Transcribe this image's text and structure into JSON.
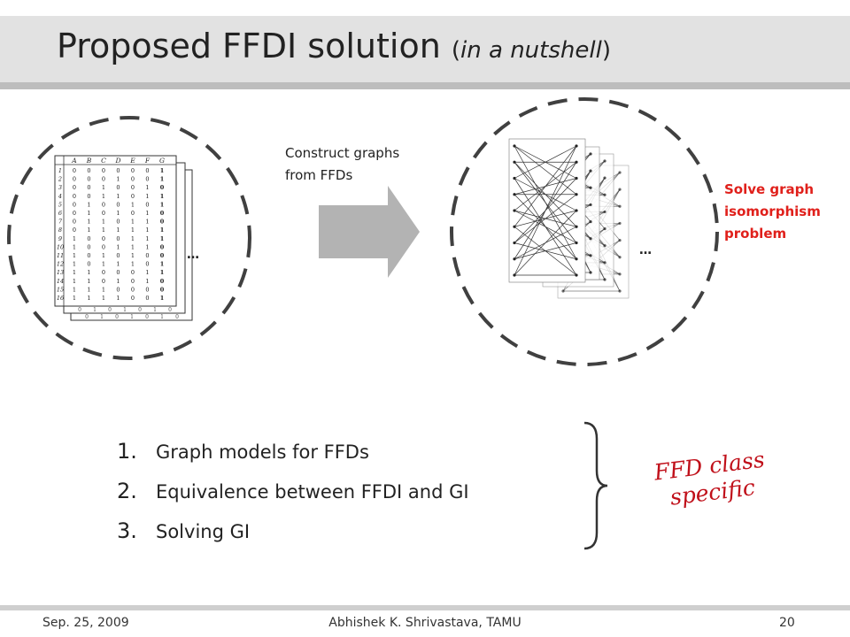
{
  "slide": {
    "title_main": "Proposed FFDI solution",
    "title_sub_open": "(",
    "title_sub_italic": "in a nutshell",
    "title_sub_close": ")"
  },
  "left_panel": {
    "table_headers": [
      "A",
      "B",
      "C",
      "D",
      "E",
      "F",
      "G"
    ],
    "row_labels": [
      "1",
      "2",
      "3",
      "4",
      "5",
      "6",
      "7",
      "8",
      "9",
      "10",
      "11",
      "12",
      "13",
      "14",
      "15",
      "16"
    ],
    "rows": [
      [
        "0",
        "0",
        "0",
        "0",
        "0",
        "0",
        "1"
      ],
      [
        "0",
        "0",
        "0",
        "1",
        "0",
        "0",
        "1"
      ],
      [
        "0",
        "0",
        "1",
        "0",
        "0",
        "1",
        "0"
      ],
      [
        "0",
        "0",
        "1",
        "1",
        "0",
        "1",
        "1"
      ],
      [
        "0",
        "1",
        "0",
        "0",
        "1",
        "0",
        "1"
      ],
      [
        "0",
        "1",
        "0",
        "1",
        "0",
        "1",
        "0"
      ],
      [
        "0",
        "1",
        "1",
        "0",
        "1",
        "1",
        "0"
      ],
      [
        "0",
        "1",
        "1",
        "1",
        "1",
        "1",
        "1"
      ],
      [
        "1",
        "0",
        "0",
        "0",
        "1",
        "1",
        "1"
      ],
      [
        "1",
        "0",
        "0",
        "1",
        "1",
        "1",
        "0"
      ],
      [
        "1",
        "0",
        "1",
        "0",
        "1",
        "0",
        "0"
      ],
      [
        "1",
        "0",
        "1",
        "1",
        "1",
        "0",
        "1"
      ],
      [
        "1",
        "1",
        "0",
        "0",
        "0",
        "1",
        "1"
      ],
      [
        "1",
        "1",
        "0",
        "1",
        "0",
        "1",
        "0"
      ],
      [
        "1",
        "1",
        "1",
        "0",
        "0",
        "0",
        "0"
      ],
      [
        "1",
        "1",
        "1",
        "1",
        "0",
        "0",
        "1"
      ]
    ],
    "ellipsis": "…"
  },
  "arrow": {
    "label_line1": "Construct graphs",
    "label_line2": "from FFDs"
  },
  "right_panel": {
    "ellipsis": "…",
    "label_line1": "Solve graph",
    "label_line2": "isomorphism",
    "label_line3": "problem"
  },
  "steps": [
    {
      "number": "1.",
      "text": "Graph models for FFDs"
    },
    {
      "number": "2.",
      "text": "Equivalence between FFDI and GI"
    },
    {
      "number": "3.",
      "text": "Solving GI"
    }
  ],
  "note": {
    "line1": "FFD class",
    "line2": "specific"
  },
  "footer": {
    "date": "Sep. 25, 2009",
    "author": "Abhishek K. Shrivastava, TAMU",
    "page": "20"
  },
  "colors": {
    "title_bar": "#e2e2e2",
    "accent_red": "#e0201b",
    "arrow_gray": "#b3b3b3",
    "dashed_circle": "#404040"
  }
}
